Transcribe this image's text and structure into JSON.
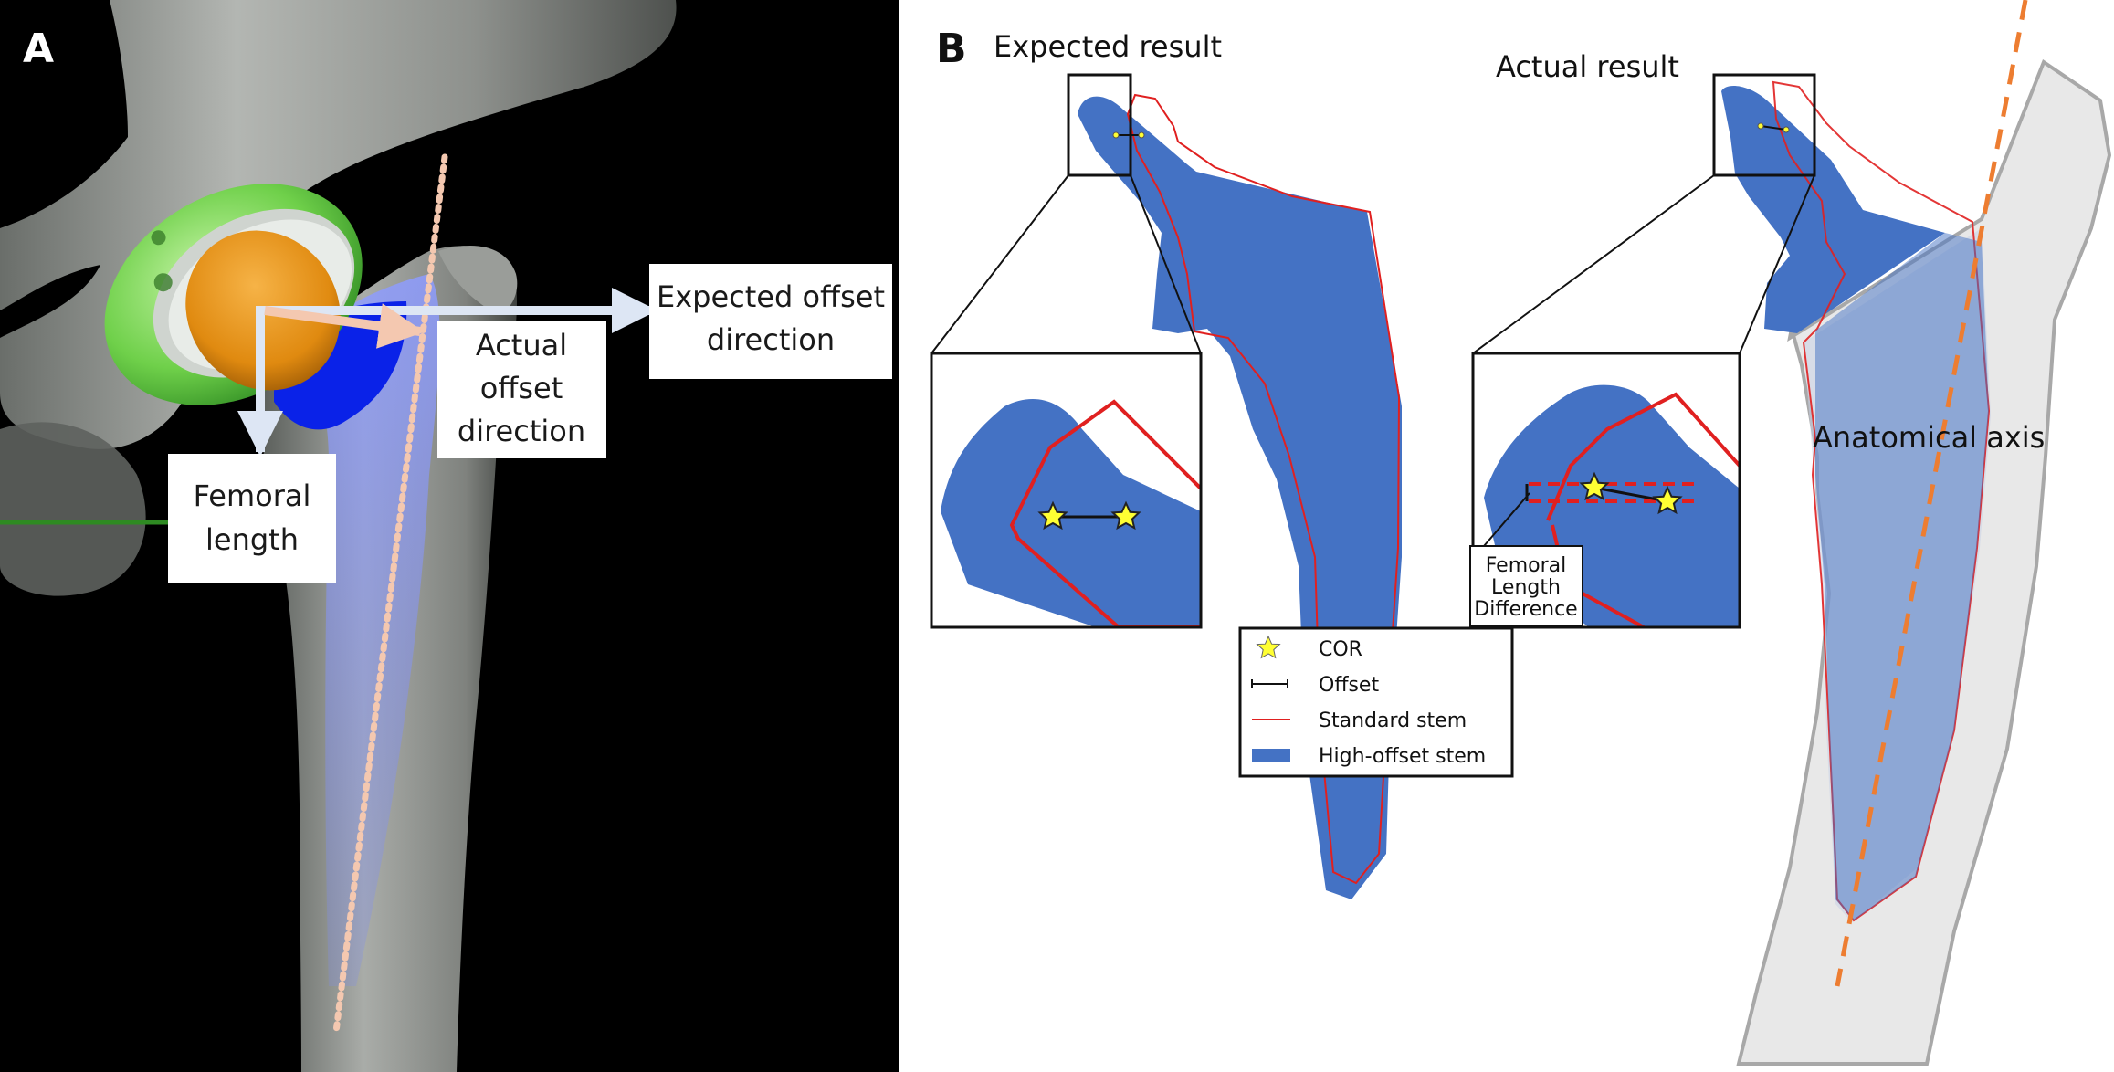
{
  "panel_a": {
    "letter": "A",
    "callouts": {
      "expected_offset_line1": "Expected offset",
      "expected_offset_line2": "direction",
      "actual_offset_line1": "Actual",
      "actual_offset_line2": "offset",
      "actual_offset_line3": "direction",
      "femoral_length_line1": "Femoral",
      "femoral_length_line2": "length"
    }
  },
  "panel_b": {
    "letter": "B",
    "expected_title": "Expected result",
    "actual_title": "Actual result",
    "anatomical_axis": "Anatomical axis",
    "femoral_length_difference": [
      "Femoral",
      "Length",
      "Difference"
    ],
    "legend": {
      "cor": "COR",
      "offset": "Offset",
      "standard_stem": "Standard stem",
      "high_offset_stem": "High-offset stem"
    }
  },
  "colors": {
    "high_offset_stem": "#4472c4",
    "standard_stem": "#e02020",
    "cor_star": "#ffff33",
    "anatomical_axis": "#ed7d31",
    "femur_bone": "#e8e8e8",
    "panel_a_background": "#000000",
    "acetabular_cup": "#6fd04a",
    "femoral_head": "#e08a10",
    "stem_3d": "#0a22e8",
    "expected_arrow": "#dde6f4",
    "actual_arrow": "#f4c8b0"
  }
}
